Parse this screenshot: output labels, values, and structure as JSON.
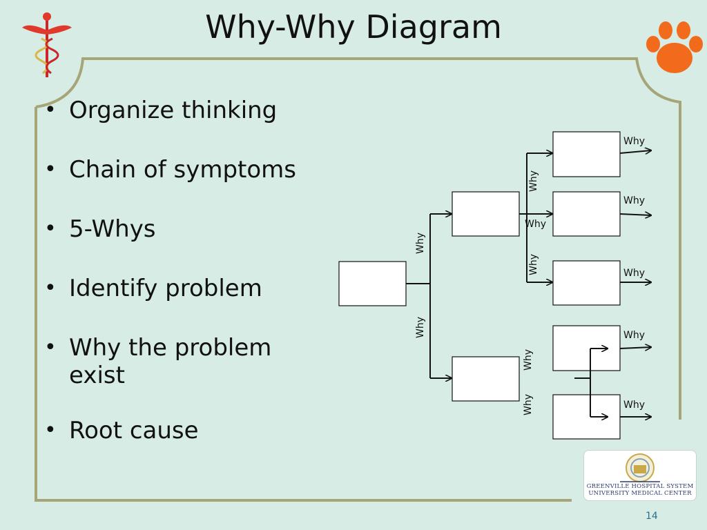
{
  "title": "Why-Why Diagram",
  "bullets": [
    {
      "text": "Organize thinking"
    },
    {
      "text": "Chain of symptoms"
    },
    {
      "text": "5-Whys"
    },
    {
      "text": "Identify problem"
    },
    {
      "text": "Why the problem exist"
    },
    {
      "text": "Root cause"
    }
  ],
  "diagram": {
    "why_label": "Why"
  },
  "logo": {
    "line1": "GREENVILLE HOSPITAL SYSTEM",
    "line2": "UNIVERSITY MEDICAL CENTER"
  },
  "page_number": "14",
  "colors": {
    "background": "#d6ece4",
    "frame": "#a6a577",
    "caduceus": "#e0382b",
    "paw": "#f26a1b"
  }
}
